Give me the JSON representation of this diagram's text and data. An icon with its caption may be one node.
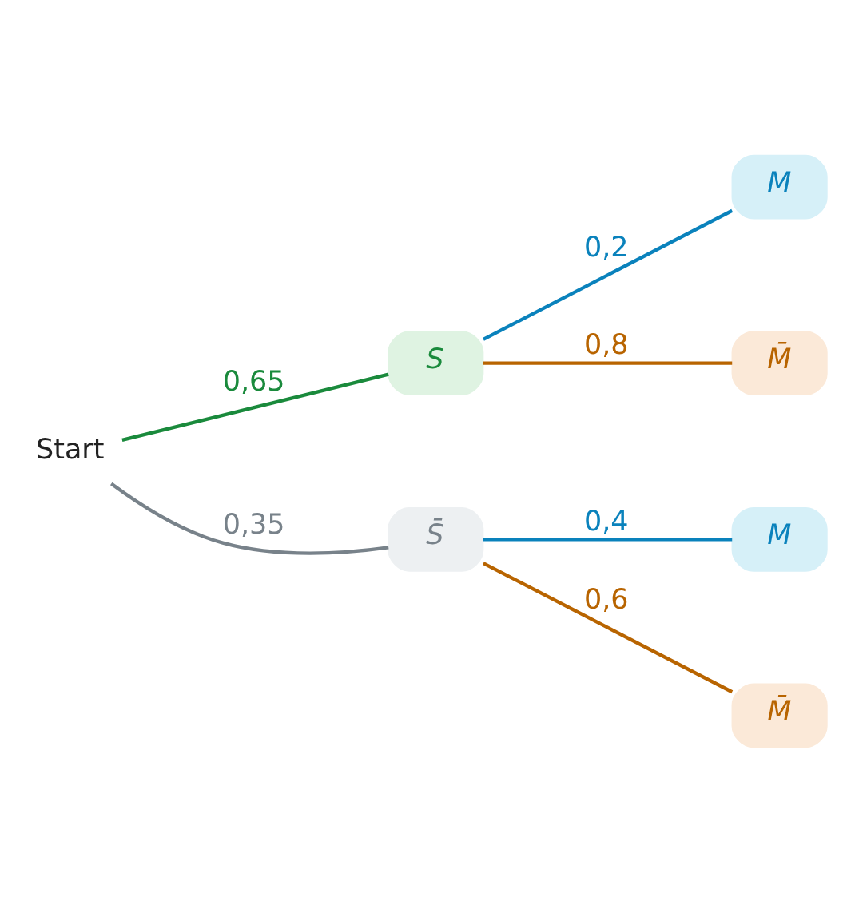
{
  "diagram": {
    "nodes": [
      {
        "text": [
          "Start"
        ]
      },
      {
        "text": [
          "S"
        ]
      },
      {
        "text": [
          "S̄"
        ]
      },
      {
        "text": [
          "M"
        ]
      },
      {
        "text": [
          "M̄"
        ]
      },
      {
        "text": [
          "M"
        ]
      },
      {
        "text": [
          "M̄"
        ]
      }
    ],
    "edges": [
      {
        "from": 0,
        "to": 1,
        "arrow": "none",
        "label": "0,65",
        "color": "#1a8a3c"
      },
      {
        "from": 0,
        "to": 2,
        "arrow": "none",
        "label": "0,35",
        "color": "#78828a"
      },
      {
        "from": 1,
        "to": 3,
        "arrow": "none",
        "label": "0,2",
        "color": "#0a82bc"
      },
      {
        "from": 1,
        "to": 4,
        "arrow": "none",
        "label": "0,8",
        "color": "#b86400"
      },
      {
        "from": 2,
        "to": 5,
        "arrow": "none",
        "label": "0,4",
        "color": "#0a82bc"
      },
      {
        "from": 2,
        "to": 6,
        "arrow": "none",
        "label": "0,6",
        "color": "#b86400"
      }
    ]
  }
}
